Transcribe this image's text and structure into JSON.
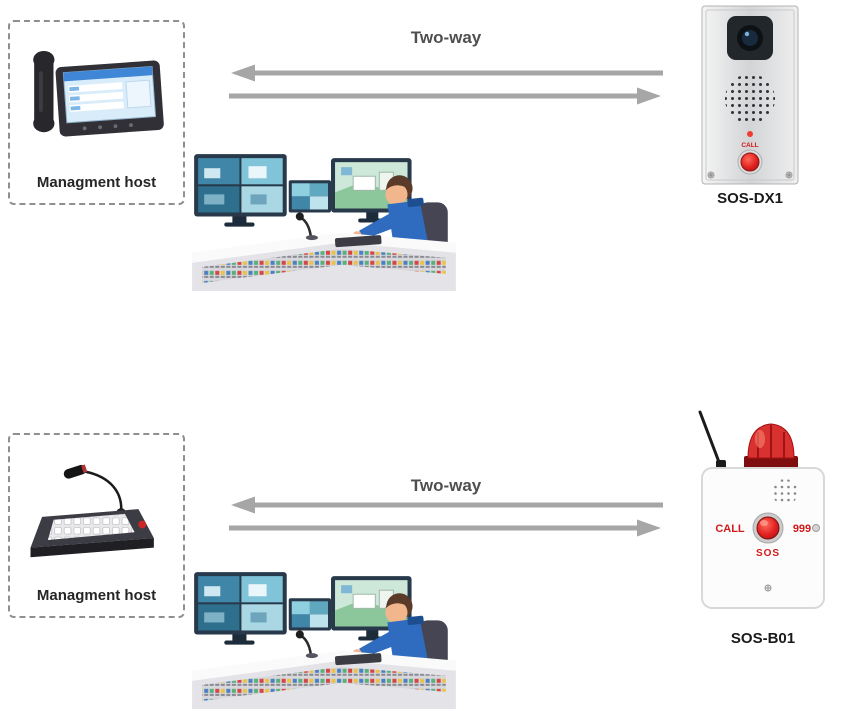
{
  "top_section": {
    "host": {
      "label": "Managment host"
    },
    "link": {
      "label": "Two-way"
    },
    "device": {
      "label": "SOS-DX1",
      "call_text": "CALL"
    }
  },
  "bottom_section": {
    "host": {
      "label": "Managment host"
    },
    "link": {
      "label": "Two-way"
    },
    "device": {
      "label": "SOS-B01",
      "call_text": "CALL",
      "number_text": "999",
      "sos_text": "SOS"
    }
  },
  "colors": {
    "arrow_gray": "#a6a6a6",
    "link_text": "#4f4f4f",
    "label_text": "#1a1a1a",
    "dashed_border": "#8f8f8f",
    "alert_red": "#d11a1a",
    "beacon_red": "#d93030",
    "steel_gray": "#d2d4d6",
    "uniform_blue": "#2f6bbf"
  }
}
